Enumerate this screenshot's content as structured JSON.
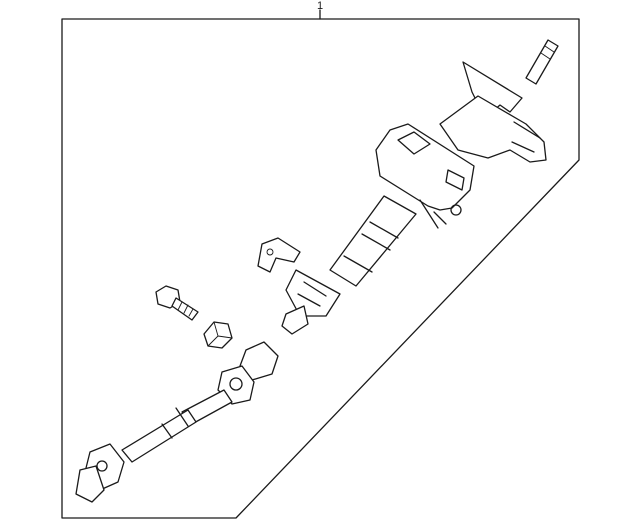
{
  "diagram": {
    "callout_label": "1",
    "colors": {
      "line": "#1a1a1a",
      "background": "#ffffff"
    },
    "parts": [
      {
        "name": "steering-column-assembly"
      },
      {
        "name": "intermediate-shaft"
      },
      {
        "name": "bolt"
      },
      {
        "name": "nut"
      }
    ]
  }
}
